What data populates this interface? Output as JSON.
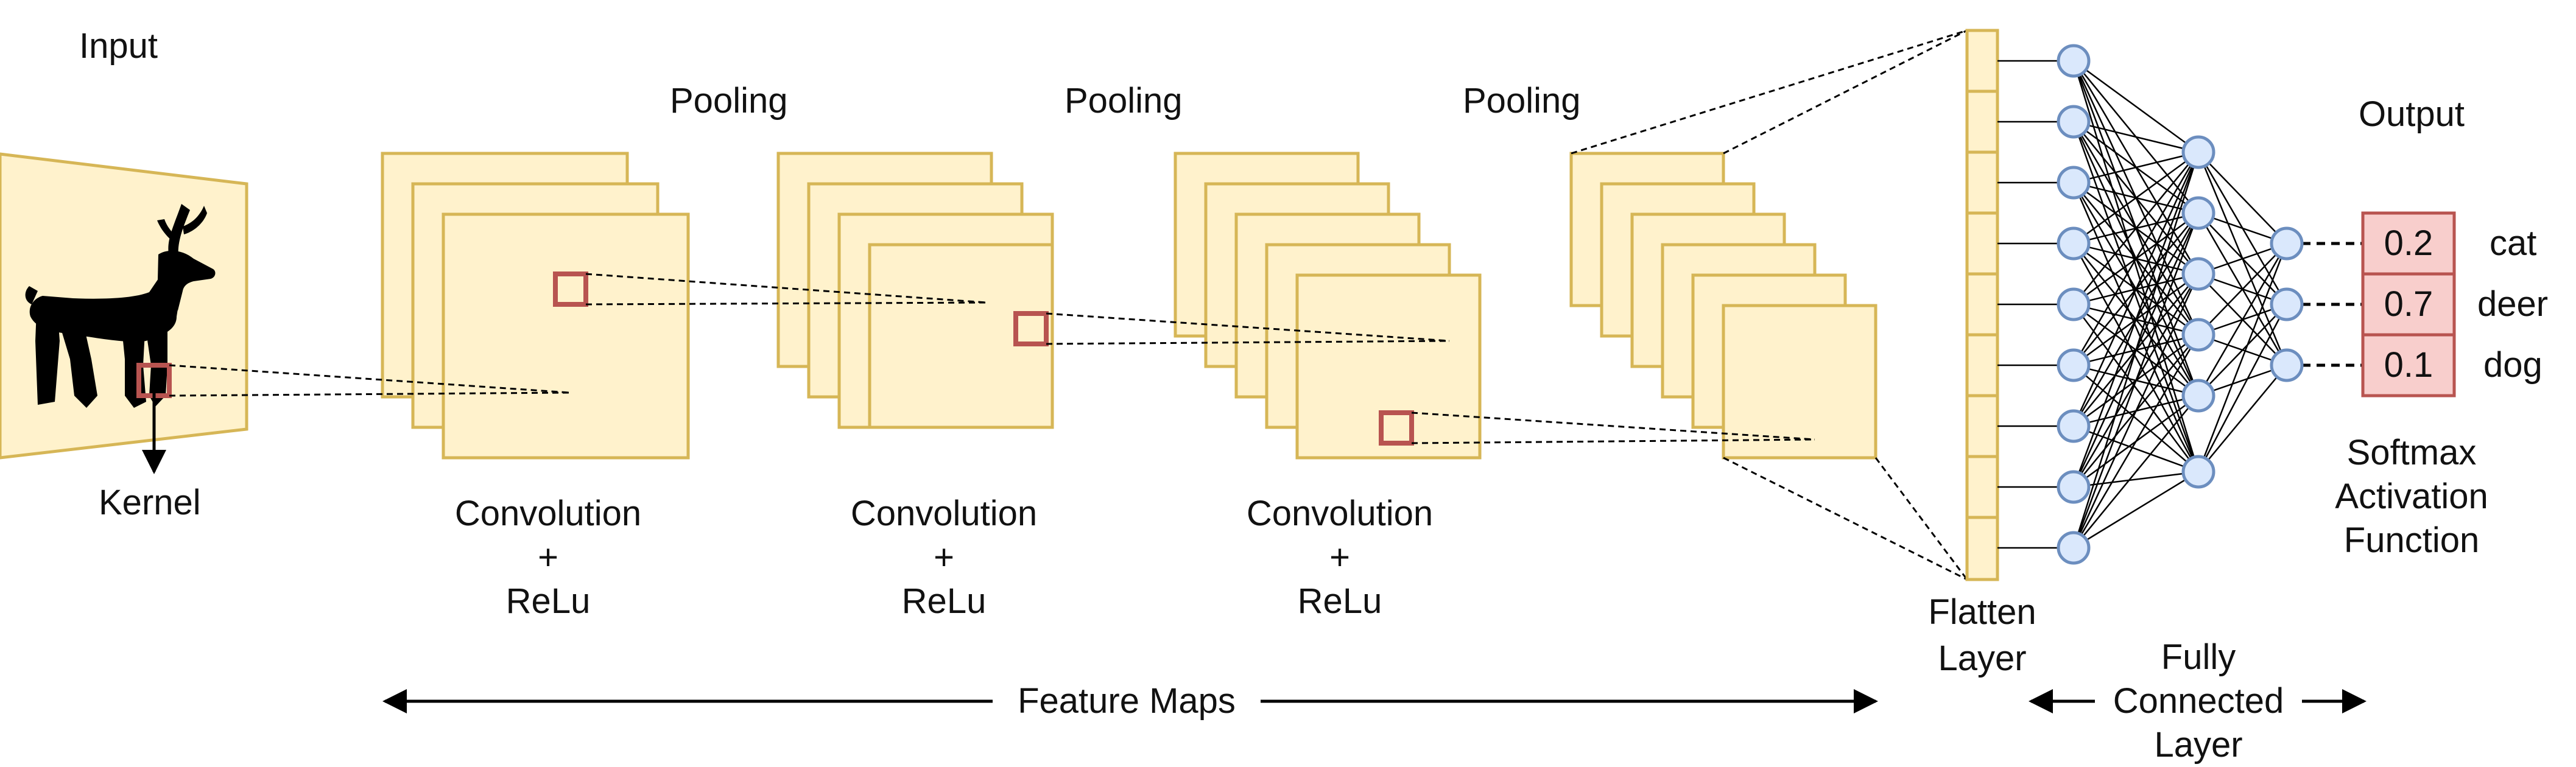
{
  "labels": {
    "input": "Input",
    "kernel": "Kernel",
    "pooling": [
      "Pooling",
      "Pooling",
      "Pooling"
    ],
    "conv": [
      "Convolution",
      "+",
      "ReLu"
    ],
    "feature_maps": "Feature Maps",
    "flatten": [
      "Flatten",
      "Layer"
    ],
    "fully_connected": [
      "Fully",
      "Connected",
      "Layer"
    ],
    "output": "Output",
    "softmax": [
      "Softmax",
      "Activation",
      "Function"
    ]
  },
  "outputs": [
    {
      "value": "0.2",
      "class": "cat"
    },
    {
      "value": "0.7",
      "class": "deer"
    },
    {
      "value": "0.1",
      "class": "dog"
    }
  ],
  "colors": {
    "map_fill": "#fff2cc",
    "map_stroke": "#d6b656",
    "kernel": "#b85450",
    "node_fill": "#dae8fc",
    "node_stroke": "#6c8ebf",
    "output_fill": "#f8cecc",
    "output_stroke": "#b85450"
  },
  "icons": {
    "input_image": "deer-silhouette-icon"
  }
}
